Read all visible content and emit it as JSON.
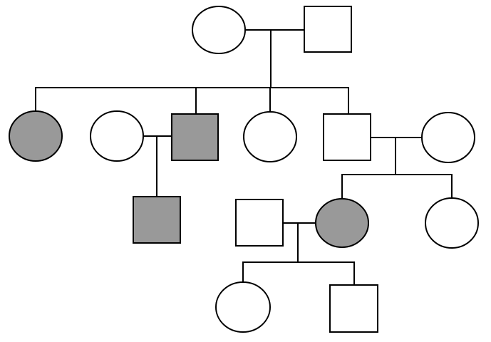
{
  "colors": {
    "affected": "#999999",
    "unaffected": "#ffffff",
    "line": "#000000"
  },
  "individuals": {
    "I-1": {
      "sex": "female",
      "affected": false
    },
    "I-2": {
      "sex": "male",
      "affected": false
    },
    "II-1": {
      "sex": "female",
      "affected": true
    },
    "II-2": {
      "sex": "female",
      "affected": false
    },
    "II-3": {
      "sex": "male",
      "affected": true
    },
    "II-4": {
      "sex": "female",
      "affected": false
    },
    "II-5": {
      "sex": "male",
      "affected": false
    },
    "II-6": {
      "sex": "female",
      "affected": false
    },
    "III-1": {
      "sex": "male",
      "affected": true
    },
    "III-2": {
      "sex": "male",
      "affected": false
    },
    "III-3": {
      "sex": "female",
      "affected": true
    },
    "III-4": {
      "sex": "female",
      "affected": false
    },
    "IV-1": {
      "sex": "female",
      "affected": false
    },
    "IV-2": {
      "sex": "male",
      "affected": false
    }
  }
}
